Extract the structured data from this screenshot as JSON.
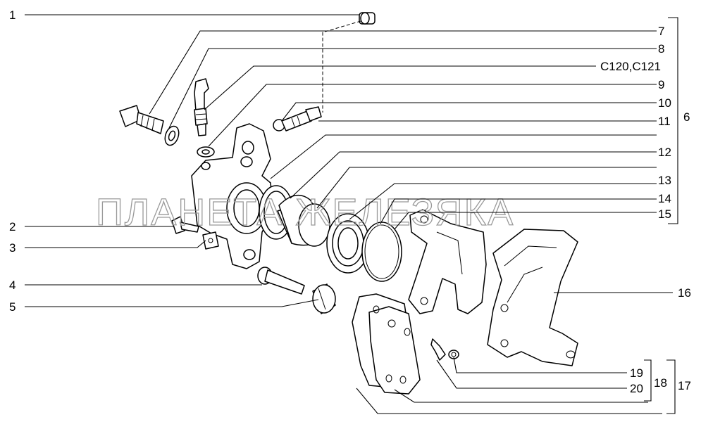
{
  "watermark": "ПЛАНЕТА ЖЕЛЕЗЯКА",
  "callouts": {
    "c1": "1",
    "c2": "2",
    "c3": "3",
    "c4": "4",
    "c5": "5",
    "c6": "6",
    "c7": "7",
    "c8": "8",
    "c8b": "C120,C121",
    "c9": "9",
    "c10": "10",
    "c11": "11",
    "c12": "12",
    "c13": "13",
    "c14": "14",
    "c15": "15",
    "c16": "16",
    "c17": "17",
    "c18": "18",
    "c19": "19",
    "c20": "20"
  }
}
